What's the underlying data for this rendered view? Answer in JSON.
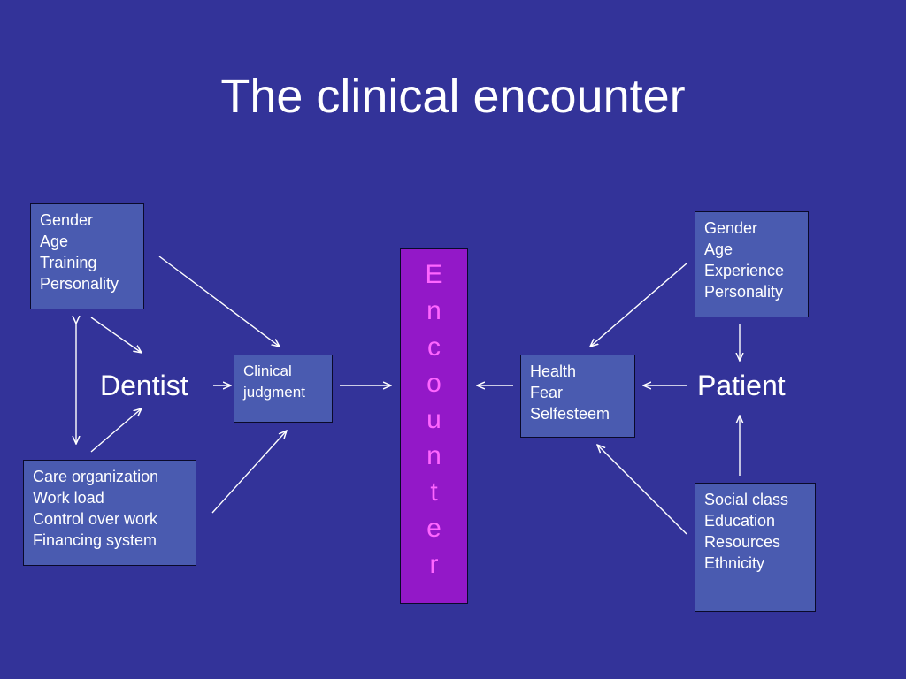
{
  "title": "The clinical encounter",
  "dentist": {
    "label": "Dentist",
    "personal_factors": [
      "Gender",
      "Age",
      "Training",
      "Personality"
    ],
    "work_factors": [
      "Care organization",
      "Work load",
      "Control over work",
      "Financing system"
    ]
  },
  "clinical_judgment": [
    "Clinical",
    "judgment"
  ],
  "encounter_letters": [
    "E",
    "n",
    "c",
    "o",
    "u",
    "n",
    "t",
    "e",
    "r"
  ],
  "patient": {
    "label": "Patient",
    "personal_factors": [
      "Gender",
      "Age",
      "Experience",
      "Personality"
    ],
    "social_factors": [
      "Social class",
      "Education",
      "Resources",
      "Ethnicity"
    ],
    "state": [
      "Health",
      "Fear",
      "Selfesteem"
    ]
  }
}
